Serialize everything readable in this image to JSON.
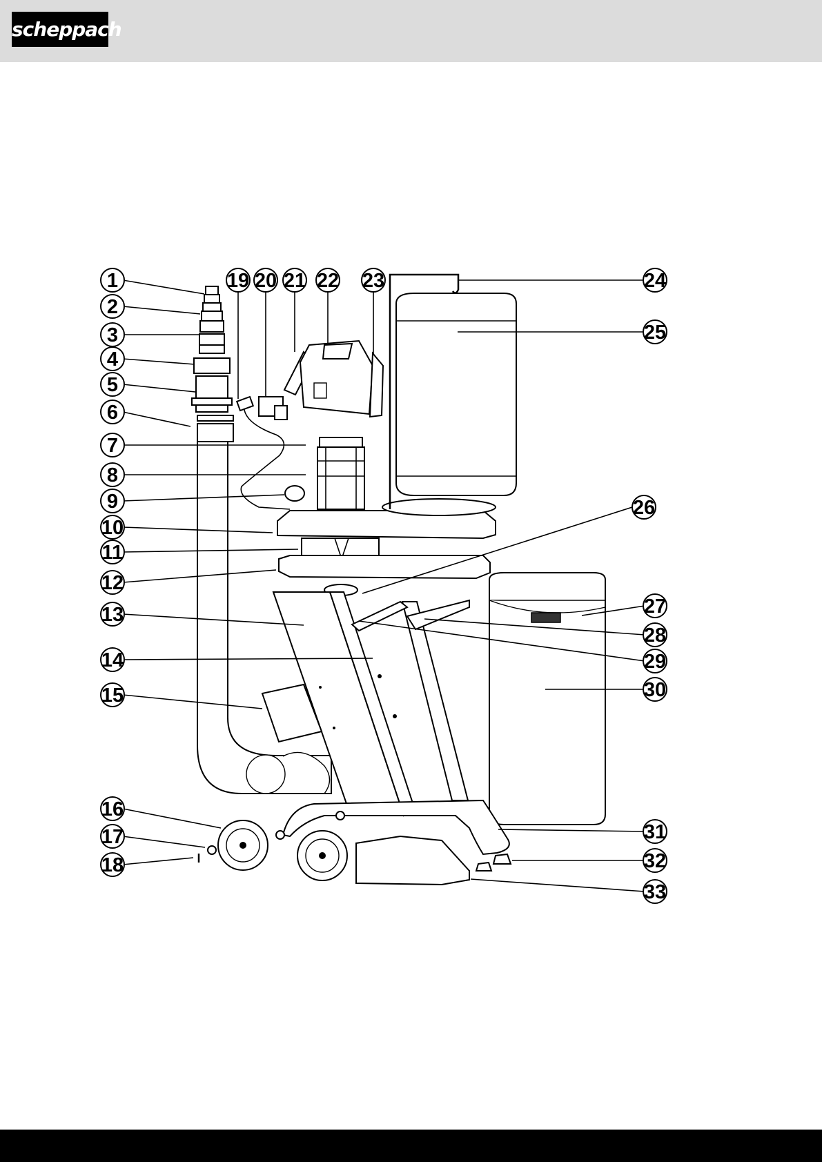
{
  "header": {
    "logo_text": "scheppach",
    "background": "#dcdcdc"
  },
  "diagram": {
    "callouts": [
      {
        "id": "1"
      },
      {
        "id": "2"
      },
      {
        "id": "3"
      },
      {
        "id": "4"
      },
      {
        "id": "5"
      },
      {
        "id": "6"
      },
      {
        "id": "7"
      },
      {
        "id": "8"
      },
      {
        "id": "9"
      },
      {
        "id": "10"
      },
      {
        "id": "11"
      },
      {
        "id": "12"
      },
      {
        "id": "13"
      },
      {
        "id": "14"
      },
      {
        "id": "15"
      },
      {
        "id": "16"
      },
      {
        "id": "17"
      },
      {
        "id": "18"
      },
      {
        "id": "19"
      },
      {
        "id": "20"
      },
      {
        "id": "21"
      },
      {
        "id": "22"
      },
      {
        "id": "23"
      },
      {
        "id": "24"
      },
      {
        "id": "25"
      },
      {
        "id": "26"
      },
      {
        "id": "27"
      },
      {
        "id": "28"
      },
      {
        "id": "29"
      },
      {
        "id": "30"
      },
      {
        "id": "31"
      },
      {
        "id": "32"
      },
      {
        "id": "33"
      }
    ]
  },
  "footer": {
    "background": "#000000"
  }
}
